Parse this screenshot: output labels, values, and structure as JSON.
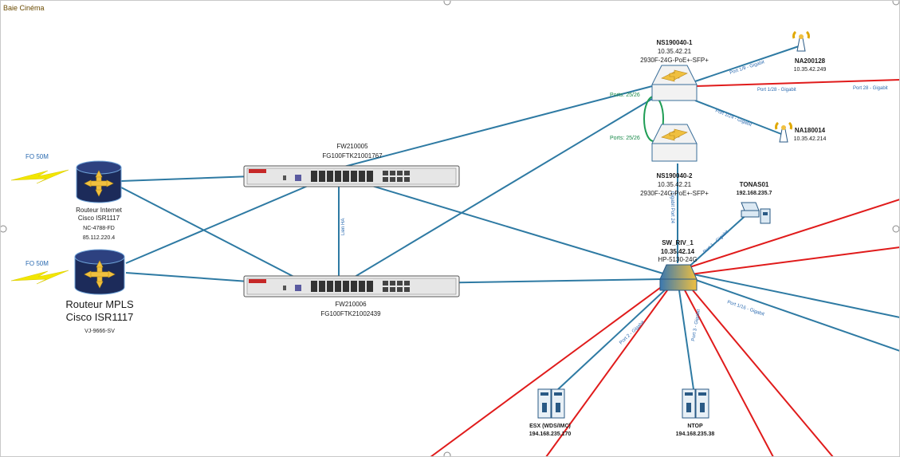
{
  "page": {
    "title": "Baie Cinéma"
  },
  "colors": {
    "link": "#2e7aa3",
    "red_link": "#e01b1b",
    "ha_ring": "#1f9d55",
    "lightning": "#f2e600",
    "router": "#1c2b5a",
    "switch": "#f0c040"
  },
  "nodes": {
    "fo1": {
      "label": "FO 50M"
    },
    "fo2": {
      "label": "FO 50M"
    },
    "router_internet": {
      "line1": "Routeur Internet",
      "line2": "Cisco ISR1117",
      "line3": "NC-4788-FD",
      "line4": "85.112.220.4",
      "icon": "router-icon"
    },
    "router_mpls": {
      "line1": "Routeur MPLS",
      "line2": "Cisco ISR1117",
      "line3": "VJ-9666-SV",
      "icon": "router-icon"
    },
    "fw1": {
      "line1": "FW210005",
      "line2": "FG100FTK21001767",
      "icon": "firewall-icon"
    },
    "fw2": {
      "line1": "FW210006",
      "line2": "FG100FTK21002439",
      "icon": "firewall-icon"
    },
    "sw1": {
      "line1": "NS190040-1",
      "line2": "10.35.42.21",
      "line3": "2930F-24G-PoE+-SFP+",
      "icon": "switch-icon"
    },
    "sw2": {
      "line1": "NS190040-2",
      "line2": "10.35.42.21",
      "line3": "2930F-24G-PoE+-SFP+",
      "icon": "switch-icon"
    },
    "core": {
      "line1": "SW_RIV_1",
      "line2": "10.35.42.14",
      "line3": "HP-5130-24G",
      "icon": "core-switch-icon"
    },
    "ap1": {
      "line1": "NA200128",
      "line2": "10.35.42.249",
      "icon": "access-point-icon"
    },
    "ap2": {
      "line1": "NA180014",
      "line2": "10.35.42.214",
      "icon": "access-point-icon"
    },
    "nas": {
      "line1": "TONAS01",
      "line2": "192.168.235.7",
      "icon": "nas-icon"
    },
    "esx": {
      "line1": "ESX (WDS/IMC)",
      "line2": "194.168.235.170",
      "icon": "server-icon"
    },
    "ntop": {
      "line1": "NTOP",
      "line2": "194.168.235.38",
      "icon": "server-icon"
    }
  },
  "links": {
    "ports_25_26_top": "Ports: 25/26",
    "ports_25_26_bottom": "Ports: 25/26",
    "lien_ha": "Lien HA",
    "port_1_9": "Port 1/9 - Gigabit",
    "port_1_28": "Port 1/28 - Gigabit",
    "port_28": "Port 28 - Gigabit",
    "port_1_24": "Port 1/24 - Gigabit",
    "gigabit_24": "Gigabit Port 24",
    "port_1": "Port 1 - Gigabit",
    "port_1_16": "Port 1/16 - Gigabit",
    "port_2": "Port 2 - Gigabit",
    "port_3": "Port 3 - Gigabit"
  }
}
